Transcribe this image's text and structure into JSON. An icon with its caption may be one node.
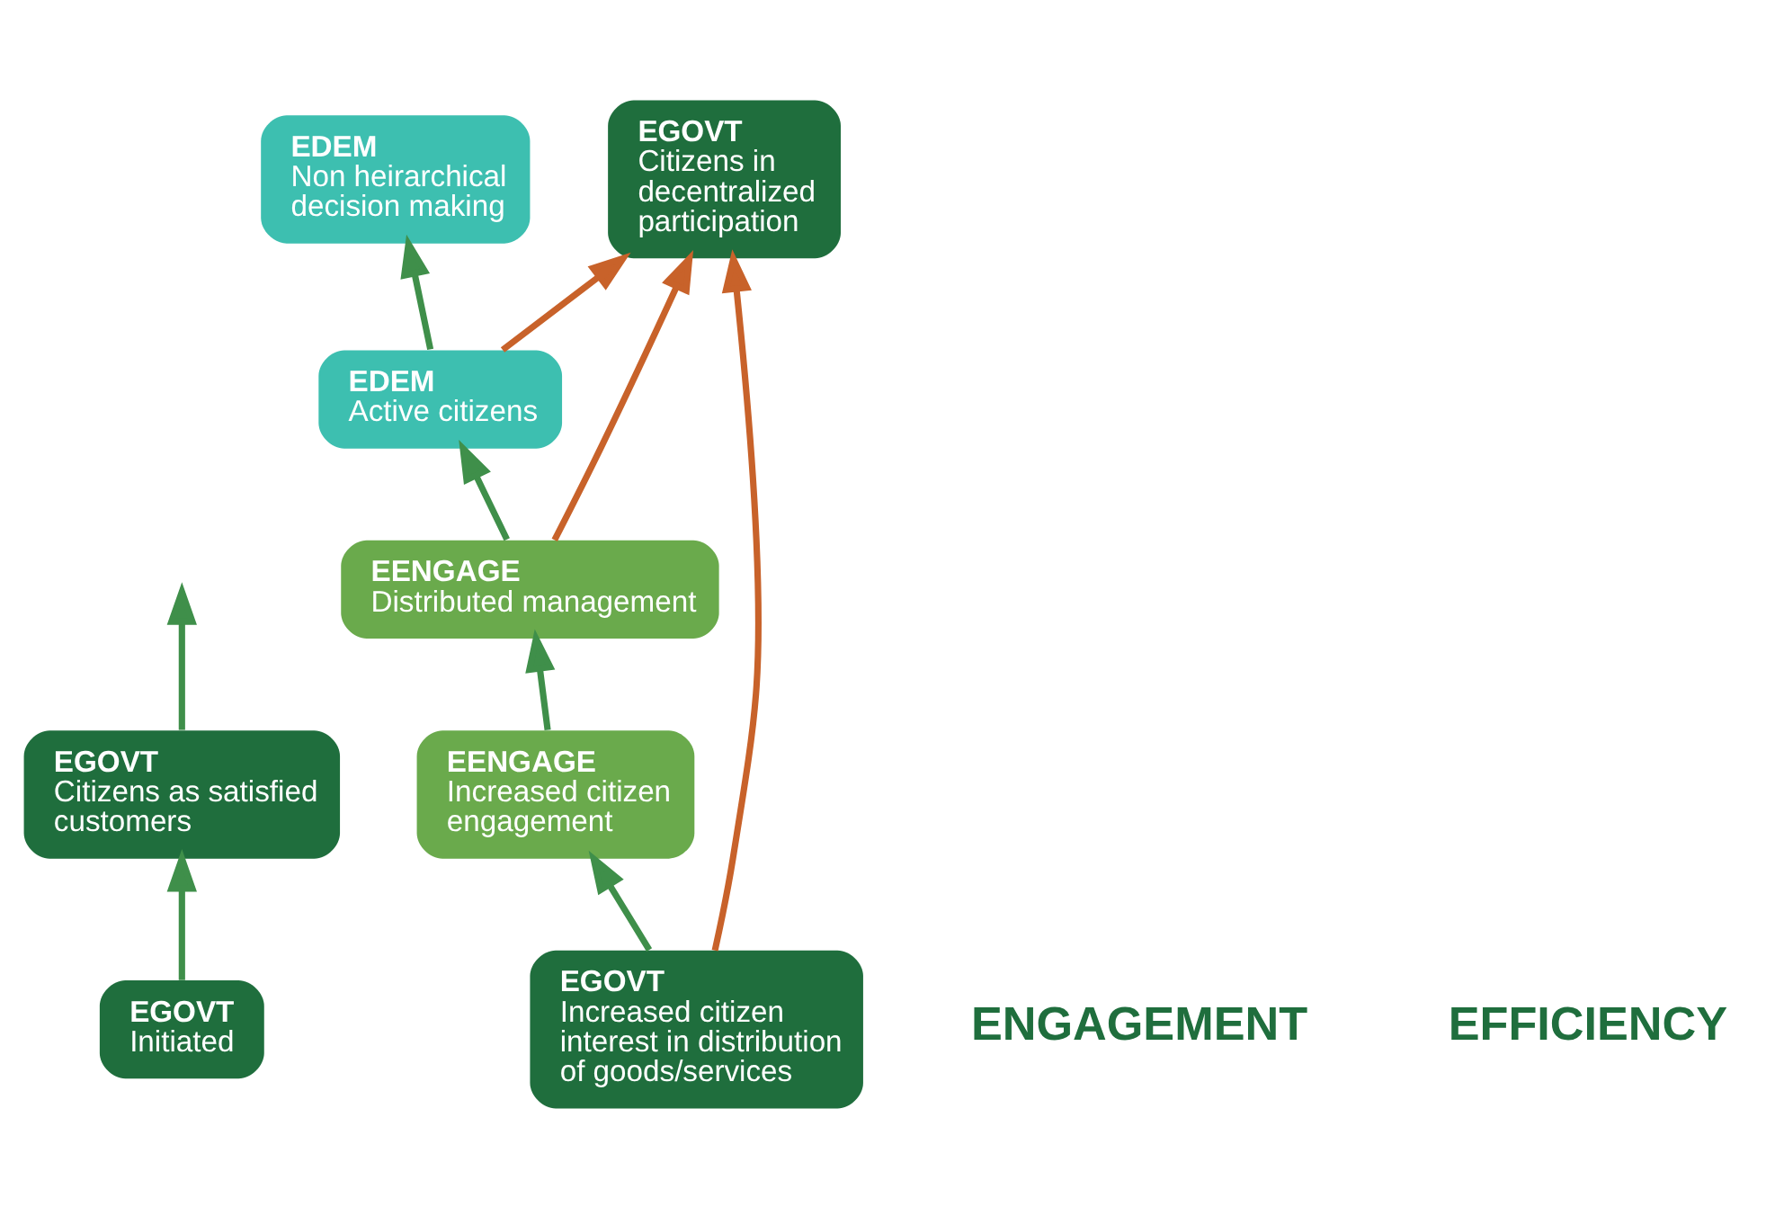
{
  "diagram": {
    "nodes": [
      {
        "text": [
          "EGOVT",
          "Initiated"
        ]
      },
      {
        "text": [
          "EGOVT",
          "Citizens as satisfied customers"
        ]
      },
      {
        "text": [
          "EGOVT",
          "Increased citizen interest in distribution of goods/services"
        ]
      },
      {
        "text": [
          "EENGAGE",
          "Increased citizen engagement"
        ]
      },
      {
        "text": [
          "EENGAGE",
          "Distributed management"
        ]
      },
      {
        "text": [
          "EDEM",
          "Active citizens"
        ]
      },
      {
        "text": [
          "EDEM",
          "Non heirarchical decision making"
        ]
      },
      {
        "text": [
          "EGOVT",
          "Citizens in decentralized participation"
        ]
      }
    ],
    "edges": [
      {
        "from": 0,
        "to": 1,
        "arrow": "to"
      },
      {
        "from": 1,
        "to": null,
        "arrow": "to"
      },
      {
        "from": 2,
        "to": 3,
        "arrow": "to"
      },
      {
        "from": 3,
        "to": 4,
        "arrow": "to"
      },
      {
        "from": 4,
        "to": 5,
        "arrow": "to"
      },
      {
        "from": 5,
        "to": 6,
        "arrow": "to"
      },
      {
        "from": 2,
        "to": 7,
        "arrow": "to",
        "color": "#c8622a"
      },
      {
        "from": 4,
        "to": 7,
        "arrow": "to",
        "color": "#c8622a"
      },
      {
        "from": 5,
        "to": 7,
        "arrow": "to",
        "color": "#c8622a"
      }
    ],
    "labels": [
      "ENGAGEMENT",
      "EFFICIENCY"
    ]
  }
}
